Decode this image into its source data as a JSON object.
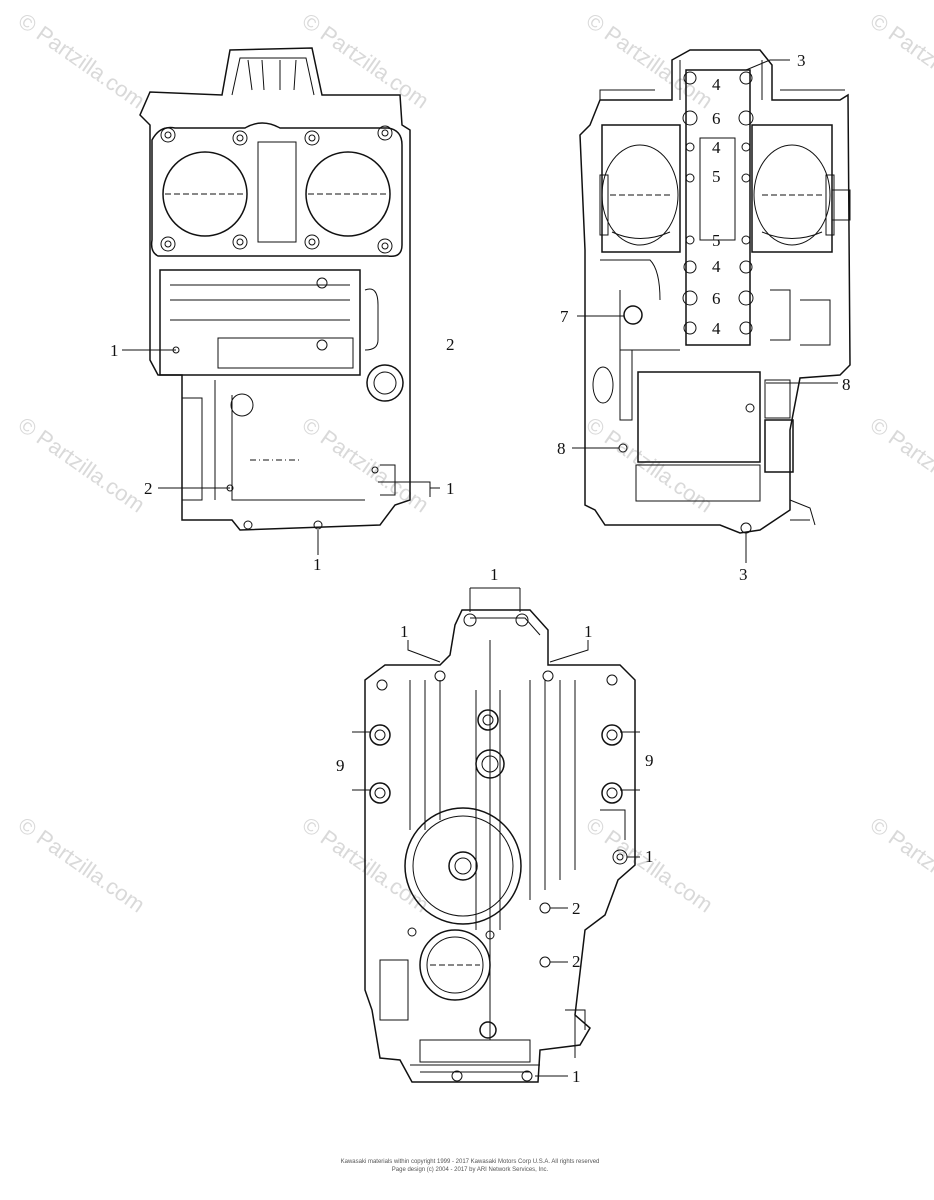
{
  "watermark": "© Partzilla.com",
  "copyright": {
    "line1": "Kawasaki materials within copyright 1999 - 2017 Kawasaki Motors Corp U.S.A. All rights reserved",
    "line2": "Page design (c) 2004 - 2017 by ARI Network Services, Inc."
  },
  "callouts": {
    "left": [
      "1",
      "2",
      "2",
      "1",
      "1"
    ],
    "right": [
      "3",
      "4",
      "6",
      "4",
      "5",
      "5",
      "4",
      "6",
      "7",
      "4",
      "8",
      "8",
      "3"
    ],
    "bottom": [
      "1",
      "1",
      "1",
      "9",
      "9",
      "1",
      "2",
      "2",
      "1"
    ]
  },
  "icons": {
    "crankcase_left": "crankcase-upper-icon",
    "crankcase_right": "crankcase-lower-icon",
    "crankcase_bottom": "crankcase-side-icon"
  }
}
